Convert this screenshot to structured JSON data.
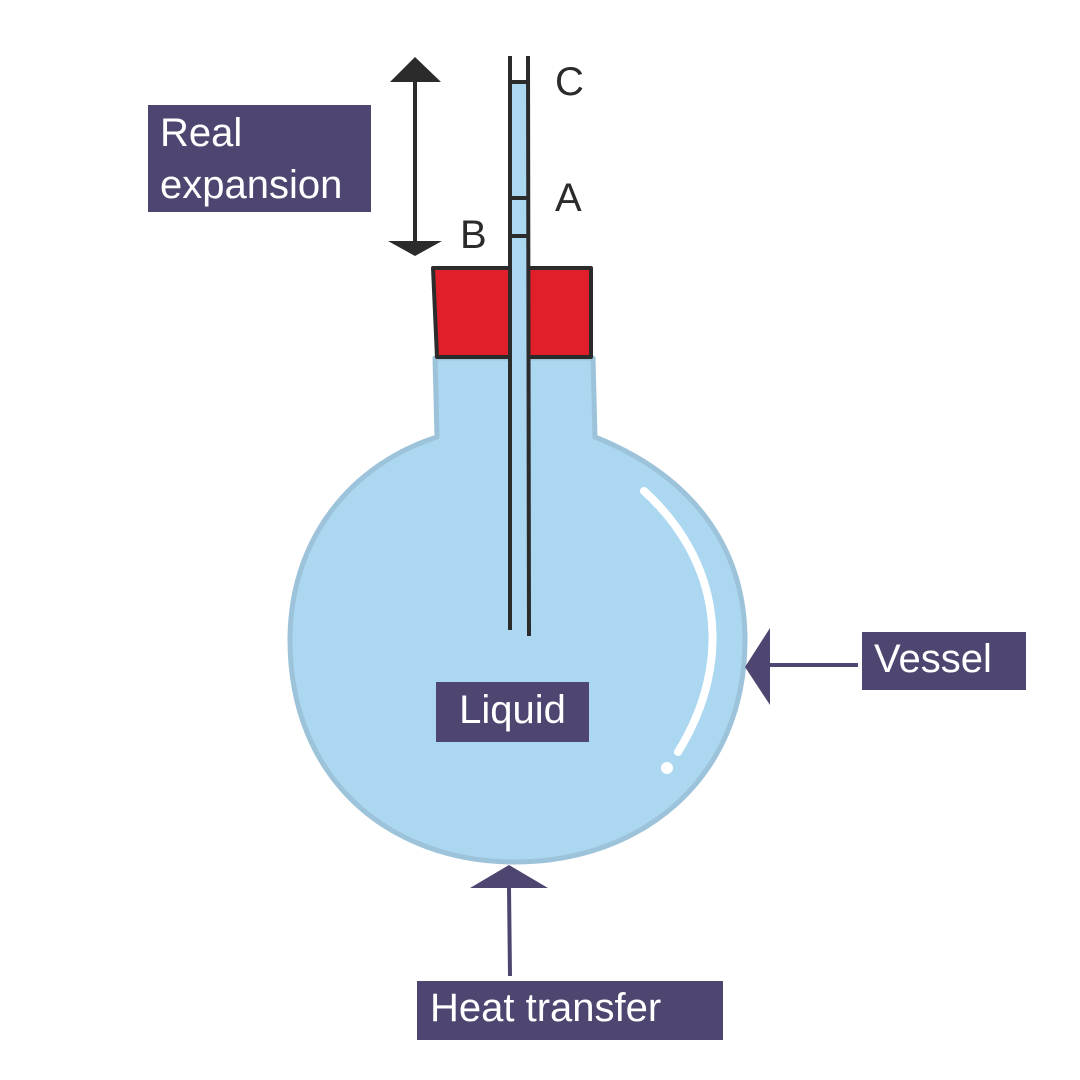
{
  "labels": {
    "real_expansion": [
      "Real",
      "expansion"
    ],
    "vessel": "Vessel",
    "liquid": "Liquid",
    "heat_transfer": "Heat transfer"
  },
  "markers": {
    "a": "A",
    "b": "B",
    "c": "C"
  },
  "colors": {
    "label_bg": "#4e4670",
    "liquid_fill": "#abd7f1",
    "vessel_outline": "#9cc3da",
    "stopper_fill": "#e01f2a",
    "tube_stroke": "#2b2b2b",
    "arrow_dark": "#2b2b2b",
    "arrow_purple": "#4e4670"
  }
}
